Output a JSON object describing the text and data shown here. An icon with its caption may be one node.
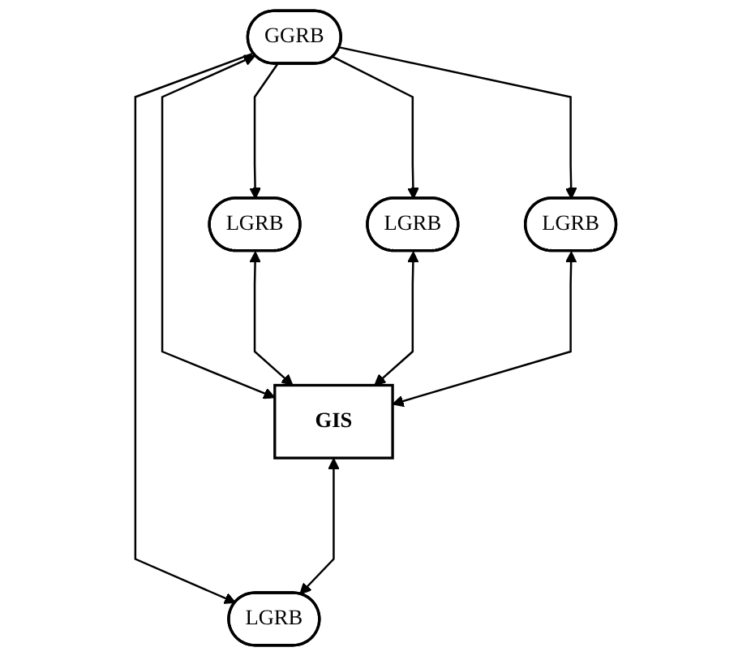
{
  "diagram": {
    "nodes": [
      {
        "text": [
          "GGRB"
        ]
      },
      {
        "text": [
          "LGRB"
        ]
      },
      {
        "text": [
          "LGRB"
        ]
      },
      {
        "text": [
          "LGRB"
        ]
      },
      {
        "text": [
          "GIS"
        ]
      },
      {
        "text": [
          "LGRB"
        ]
      }
    ],
    "edges": [
      {
        "from": 0,
        "to": 1,
        "arrow": "to"
      },
      {
        "from": 0,
        "to": 2,
        "arrow": "to"
      },
      {
        "from": 0,
        "to": 4,
        "arrow": "both"
      },
      {
        "from": 0,
        "to": 3,
        "arrow": "to"
      },
      {
        "from": 0,
        "to": 5,
        "arrow": "to"
      },
      {
        "from": 1,
        "to": 4,
        "arrow": "both"
      },
      {
        "from": 2,
        "to": 4,
        "arrow": "both"
      },
      {
        "from": 3,
        "to": 4,
        "arrow": "both"
      },
      {
        "from": 4,
        "to": 5,
        "arrow": "both"
      }
    ]
  }
}
